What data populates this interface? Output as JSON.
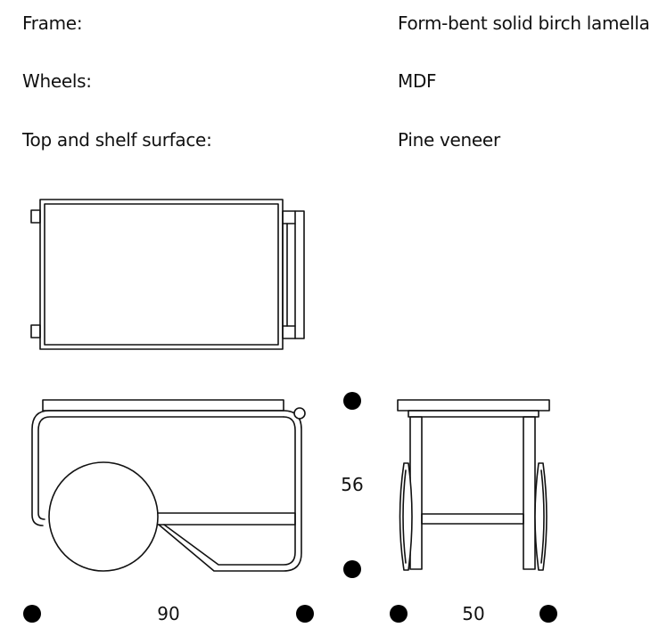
{
  "specs": [
    {
      "label": "Frame:",
      "value": "Form-bent solid birch lamella"
    },
    {
      "label": "Wheels:",
      "value": "MDF"
    },
    {
      "label": "Top and shelf surface:",
      "value": "Pine veneer"
    }
  ],
  "dimensions": {
    "width": "90",
    "height": "56",
    "depth": "50"
  },
  "colors": {
    "line": "#111111",
    "background": "#ffffff"
  }
}
